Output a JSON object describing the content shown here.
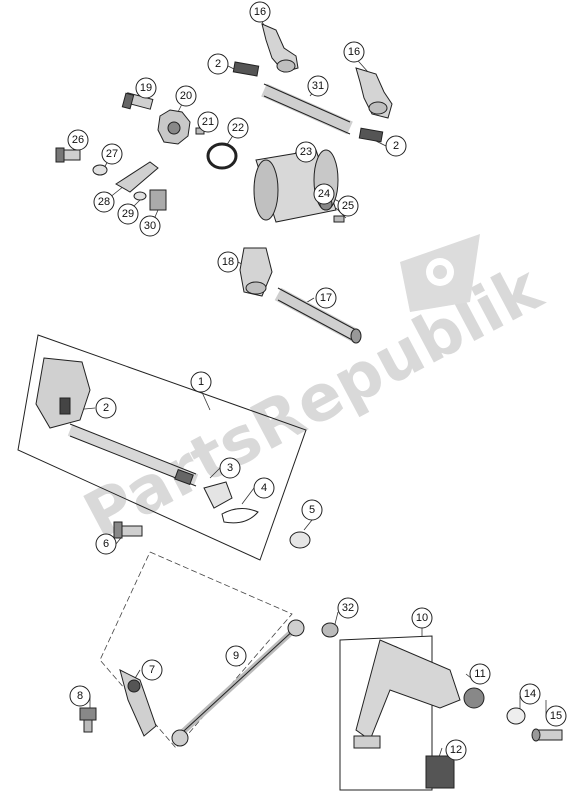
{
  "watermark": {
    "text": "PartsRepublik",
    "icon": "gear-icon"
  },
  "callouts": [
    {
      "id": "c16a",
      "label": "16"
    },
    {
      "id": "c2a",
      "label": "2"
    },
    {
      "id": "c16b",
      "label": "16"
    },
    {
      "id": "c19",
      "label": "19"
    },
    {
      "id": "c20",
      "label": "20"
    },
    {
      "id": "c31",
      "label": "31"
    },
    {
      "id": "c21",
      "label": "21"
    },
    {
      "id": "c22",
      "label": "22"
    },
    {
      "id": "c26",
      "label": "26"
    },
    {
      "id": "c27",
      "label": "27"
    },
    {
      "id": "c23",
      "label": "23"
    },
    {
      "id": "c2b",
      "label": "2"
    },
    {
      "id": "c24",
      "label": "24"
    },
    {
      "id": "c25",
      "label": "25"
    },
    {
      "id": "c28",
      "label": "28"
    },
    {
      "id": "c29",
      "label": "29"
    },
    {
      "id": "c30",
      "label": "30"
    },
    {
      "id": "c18",
      "label": "18"
    },
    {
      "id": "c17",
      "label": "17"
    },
    {
      "id": "c1",
      "label": "1"
    },
    {
      "id": "c2c",
      "label": "2"
    },
    {
      "id": "c3",
      "label": "3"
    },
    {
      "id": "c4",
      "label": "4"
    },
    {
      "id": "c5",
      "label": "5"
    },
    {
      "id": "c6",
      "label": "6"
    },
    {
      "id": "c32",
      "label": "32"
    },
    {
      "id": "c10",
      "label": "10"
    },
    {
      "id": "c9",
      "label": "9"
    },
    {
      "id": "c7",
      "label": "7"
    },
    {
      "id": "c11",
      "label": "11"
    },
    {
      "id": "c8",
      "label": "8"
    },
    {
      "id": "c14",
      "label": "14"
    },
    {
      "id": "c15",
      "label": "15"
    },
    {
      "id": "c12",
      "label": "12"
    }
  ]
}
